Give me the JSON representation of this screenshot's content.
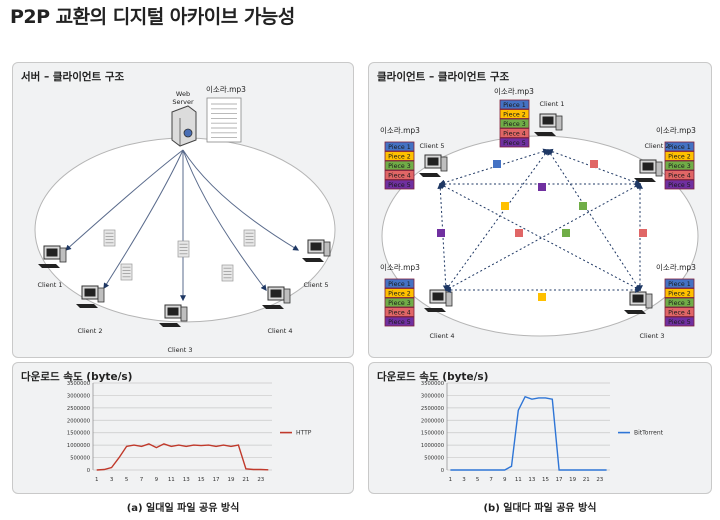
{
  "title": "P2P 교환의 디지털 아카이브 가능성",
  "left": {
    "panel_title": "서버 – 클라이언트 구조",
    "server_label_line1": "Web",
    "server_label_line2": "Server",
    "file_name": "이소라.mp3",
    "clients": [
      "Client 1",
      "Client 2",
      "Client 3",
      "Client 4",
      "Client 5"
    ]
  },
  "right": {
    "panel_title": "클라이언트 – 클라이언트 구조",
    "file_name": "이소라.mp3",
    "clients": [
      "Client 1",
      "Client 2",
      "Client 3",
      "Client 4",
      "Client 5"
    ],
    "pieces": [
      "Piece 1",
      "Piece 2",
      "Piece 3",
      "Piece 4",
      "Piece 5"
    ],
    "piece_colors": [
      "#4472c4",
      "#ffc000",
      "#70ad47",
      "#e06666",
      "#7030a0"
    ]
  },
  "chart_left_title": "다운로드 속도 (byte/s)",
  "chart_right_title": "다운로드 속도 (byte/s)",
  "caption_left": "(a) 일대일 파일 공유 방식",
  "caption_right": "(b) 일대다 파일 공유 방식",
  "chart_data": [
    {
      "type": "line",
      "x": [
        1,
        2,
        3,
        4,
        5,
        6,
        7,
        8,
        9,
        10,
        11,
        12,
        13,
        14,
        15,
        16,
        17,
        18,
        19,
        20,
        21,
        22,
        23,
        24
      ],
      "x_ticks": [
        "1",
        "3",
        "5",
        "7",
        "9",
        "11",
        "13",
        "15",
        "17",
        "19",
        "21",
        "23"
      ],
      "series": [
        {
          "name": "HTTP",
          "color": "#c0392b",
          "values": [
            0,
            20000,
            100000,
            500000,
            950000,
            1000000,
            950000,
            1050000,
            900000,
            1050000,
            950000,
            1000000,
            950000,
            1000000,
            980000,
            1000000,
            950000,
            1000000,
            950000,
            1000000,
            50000,
            20000,
            20000,
            10000
          ]
        }
      ],
      "ylim": [
        0,
        3500000
      ],
      "y_ticks": [
        "0",
        "500000",
        "1000000",
        "1500000",
        "2000000",
        "2500000",
        "3000000",
        "3500000"
      ],
      "legend_position": "right"
    },
    {
      "type": "line",
      "x": [
        1,
        2,
        3,
        4,
        5,
        6,
        7,
        8,
        9,
        10,
        11,
        12,
        13,
        14,
        15,
        16,
        17,
        18,
        19,
        20,
        21,
        22,
        23,
        24
      ],
      "x_ticks": [
        "1",
        "3",
        "5",
        "7",
        "9",
        "11",
        "13",
        "15",
        "17",
        "19",
        "21",
        "23"
      ],
      "series": [
        {
          "name": "BitTorrent",
          "color": "#2e75d6",
          "values": [
            0,
            0,
            0,
            0,
            0,
            0,
            0,
            0,
            0,
            150000,
            2400000,
            2950000,
            2850000,
            2900000,
            2900000,
            2850000,
            0,
            0,
            0,
            0,
            0,
            0,
            0,
            0
          ]
        }
      ],
      "ylim": [
        0,
        3500000
      ],
      "y_ticks": [
        "0",
        "500000",
        "1000000",
        "1500000",
        "2000000",
        "2500000",
        "3000000",
        "3500000"
      ],
      "legend_position": "right"
    }
  ]
}
